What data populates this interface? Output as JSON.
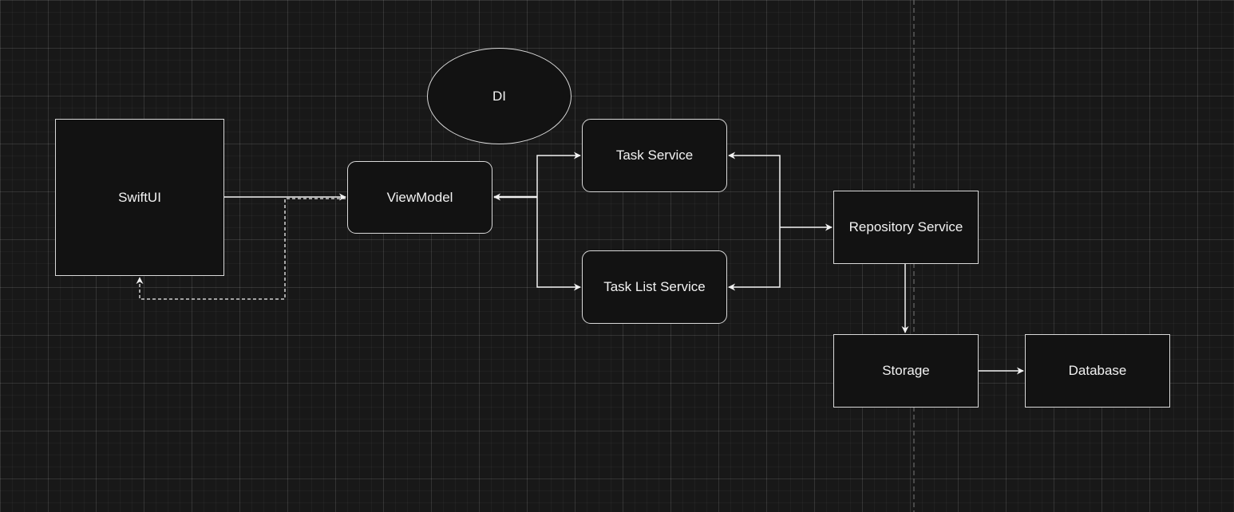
{
  "diagram": {
    "nodes": {
      "swiftui": "SwiftUI",
      "viewmodel": "ViewModel",
      "di": "DI",
      "task_service": "Task Service",
      "task_list_service": "Task List Service",
      "repository_service": "Repository Service",
      "storage": "Storage",
      "database": "Database"
    },
    "edges": [
      {
        "from": "SwiftUI",
        "to": "ViewModel",
        "style": "solid"
      },
      {
        "from": "ViewModel",
        "to": "SwiftUI",
        "style": "dashed"
      },
      {
        "from": "ViewModel",
        "to": "Task Service",
        "style": "solid"
      },
      {
        "from": "ViewModel",
        "to": "Task List Service",
        "style": "solid"
      },
      {
        "from": "Task Service",
        "to": "ViewModel",
        "style": "solid"
      },
      {
        "from": "Task List Service",
        "to": "ViewModel",
        "style": "solid"
      },
      {
        "from": "Task Service",
        "to": "Repository Service",
        "style": "solid"
      },
      {
        "from": "Task List Service",
        "to": "Repository Service",
        "style": "solid"
      },
      {
        "from": "Repository Service",
        "to": "Task Service",
        "style": "solid"
      },
      {
        "from": "Repository Service",
        "to": "Task List Service",
        "style": "solid"
      },
      {
        "from": "Repository Service",
        "to": "Storage",
        "style": "solid"
      },
      {
        "from": "Storage",
        "to": "Database",
        "style": "solid"
      }
    ],
    "colors": {
      "background": "#181818",
      "node_fill": "#121212",
      "stroke": "#d9d9d9",
      "text": "#f2f2f2",
      "page_break_line": "#6a6a6a"
    }
  }
}
